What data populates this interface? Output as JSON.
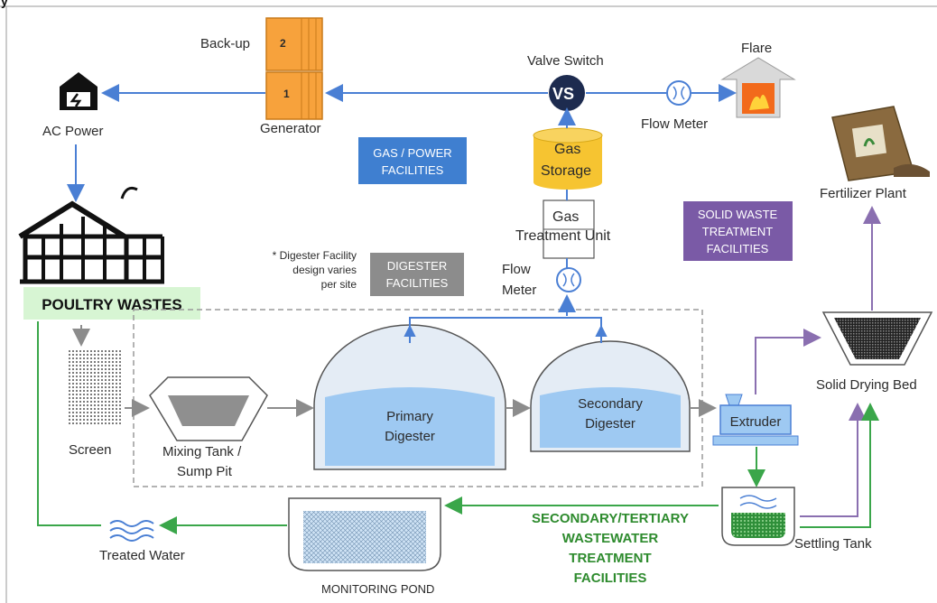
{
  "labels": {
    "header_letter": "y",
    "backup": "Back-up",
    "gen_2": "2",
    "gen_1": "1",
    "generator": "Generator",
    "ac_power": "AC Power",
    "valve_switch": "Valve Switch",
    "vs": "VS",
    "flare": "Flare",
    "flow_meter_top": "Flow Meter",
    "gas_storage_1": "Gas",
    "gas_storage_2": "Storage",
    "gas_treatment_1": "Gas",
    "gas_treatment_2": "Treatment Unit",
    "flow_meter_mid_1": "Flow",
    "flow_meter_mid_2": "Meter",
    "gas_power_1": "GAS / POWER",
    "gas_power_2": "FACILITIES",
    "solid_waste_1": "SOLID WASTE",
    "solid_waste_2": "TREATMENT",
    "solid_waste_3": "FACILITIES",
    "fertilizer_plant": "Fertilizer Plant",
    "digester_note_1": "* Digester Facility",
    "digester_note_2": "design varies",
    "digester_note_3": "per site",
    "digester_fac_1": "DIGESTER",
    "digester_fac_2": "FACILITIES",
    "poultry_wastes": "POULTRY WASTES",
    "screen": "Screen",
    "mixing_1": "Mixing Tank /",
    "mixing_2": "Sump Pit",
    "primary_1": "Primary",
    "primary_2": "Digester",
    "secondary_1": "Secondary",
    "secondary_2": "Digester",
    "extruder": "Extruder",
    "solid_drying_bed": "Solid Drying Bed",
    "settling_tank": "Settling Tank",
    "treated_water": "Treated Water",
    "monitoring_pond": "MONITORING POND",
    "wastewater_1": "SECONDARY/TERTIARY",
    "wastewater_2": "WASTEWATER",
    "wastewater_3": "TREATMENT",
    "wastewater_4": "FACILITIES"
  },
  "colors": {
    "blue_flow": "#4a7fd4",
    "gray_flow": "#8c8c8c",
    "purple_flow": "#8a6fb0",
    "green_flow": "#3aa64a",
    "generator_orange": "#f7a23c",
    "gas_yellow": "#f6c431",
    "gas_power_box": "#3f7fd0",
    "solid_waste_box": "#7a5aa6",
    "digester_box": "#8c8c8c",
    "poultry_highlight": "#d7f5d3",
    "digester_fill": "#9ec9f2",
    "green_text": "#2e8b2e",
    "vs_dark": "#1d2b4f"
  }
}
